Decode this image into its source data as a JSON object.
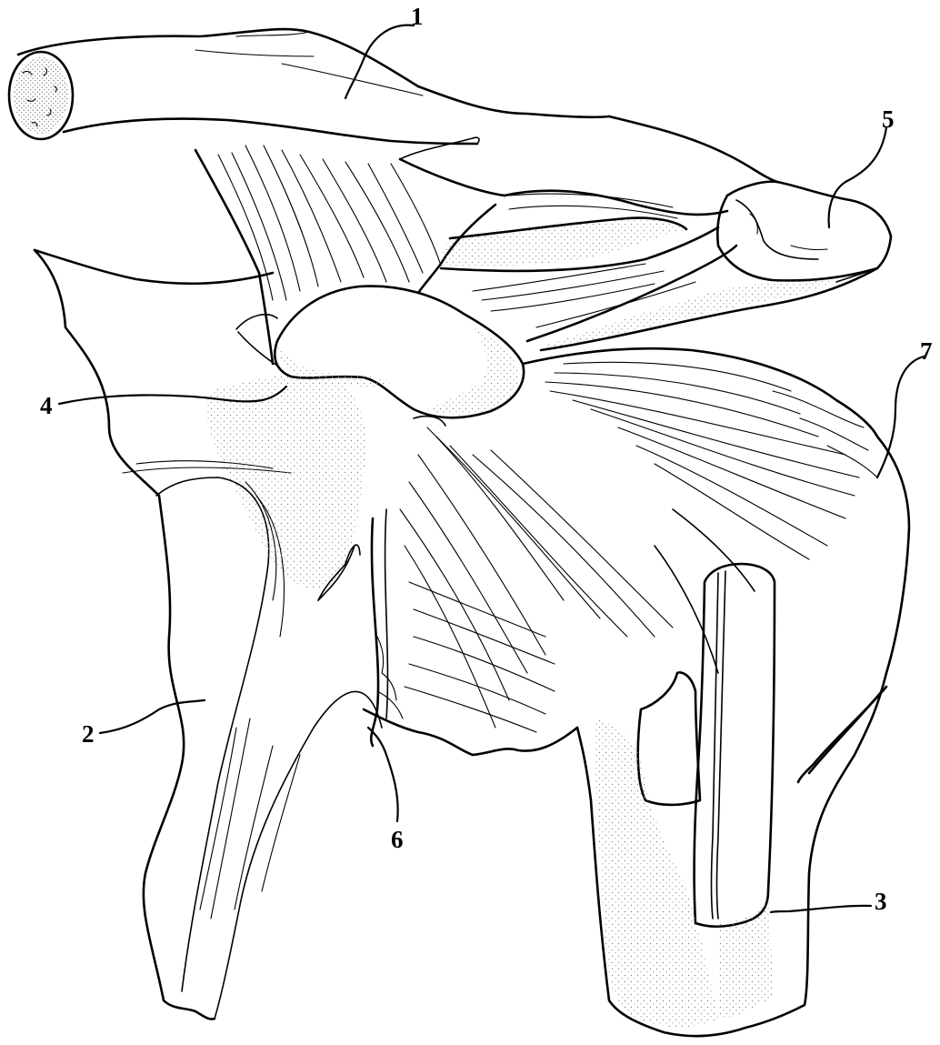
{
  "figure": {
    "labels": [
      {
        "id": "1",
        "text": "1"
      },
      {
        "id": "2",
        "text": "2"
      },
      {
        "id": "3",
        "text": "3"
      },
      {
        "id": "4",
        "text": "4"
      },
      {
        "id": "5",
        "text": "5"
      },
      {
        "id": "6",
        "text": "6"
      },
      {
        "id": "7",
        "text": "7"
      }
    ]
  },
  "colors": {
    "ink": "#000000",
    "paper": "#ffffff",
    "stipple": "#8a8a8a"
  }
}
